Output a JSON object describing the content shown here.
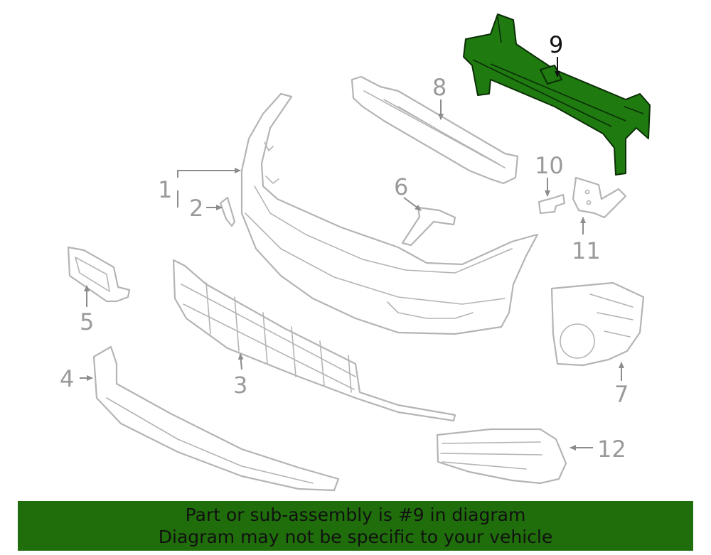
{
  "callouts": {
    "c1": "1",
    "c2": "2",
    "c3": "3",
    "c4": "4",
    "c5": "5",
    "c6": "6",
    "c7": "7",
    "c8": "8",
    "c9": "9",
    "c10": "10",
    "c11": "11",
    "c12": "12"
  },
  "banner": {
    "line1": "Part or sub-assembly is #9 in diagram",
    "line2": "Diagram may not be specific to your vehicle"
  },
  "colors": {
    "highlight": "#1f7a10",
    "banner": "#1f6e0b",
    "outline": "#b4b4b4"
  }
}
